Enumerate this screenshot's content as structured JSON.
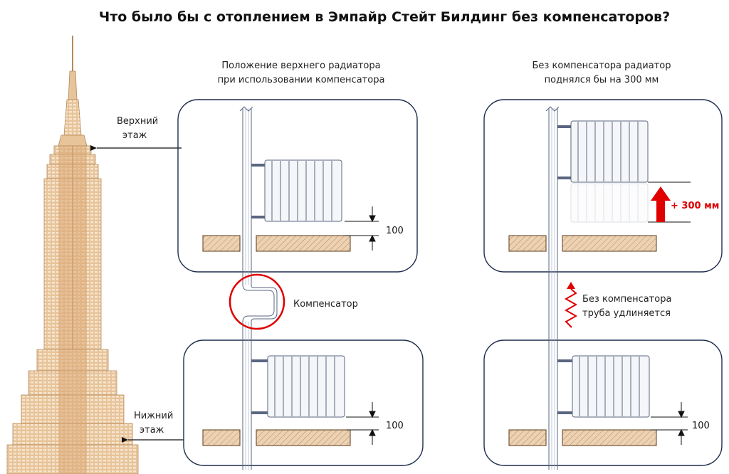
{
  "title": "Что было бы с отоплением в Эмпайр Стейт Билдинг без компенсаторов?",
  "left_panel": {
    "caption_line1": "Положение верхнего радиатора",
    "caption_line2": "при использовании компенсатора",
    "compensator_label": "Компенсатор",
    "dimension_upper": "100",
    "dimension_lower": "100"
  },
  "right_panel": {
    "caption_line1": "Без компенсатора радиатор",
    "caption_line2": "поднялся бы на 300 мм",
    "rise_label": "+ 300 мм",
    "pipe_note_line1": "Без компенсатора",
    "pipe_note_line2": "труба удлиняется",
    "dimension_lower": "100"
  },
  "building": {
    "upper_floor_line1": "Верхний",
    "upper_floor_line2": "этаж",
    "lower_floor_line1": "Нижний",
    "lower_floor_line2": "этаж"
  },
  "colors": {
    "accent_red": "#e00000",
    "building": "#e2b98a",
    "building_dark": "#c99a63",
    "panel_border": "#1f2d4d",
    "pipe_line": "#5a6680",
    "slab": "#e7c9a6"
  }
}
